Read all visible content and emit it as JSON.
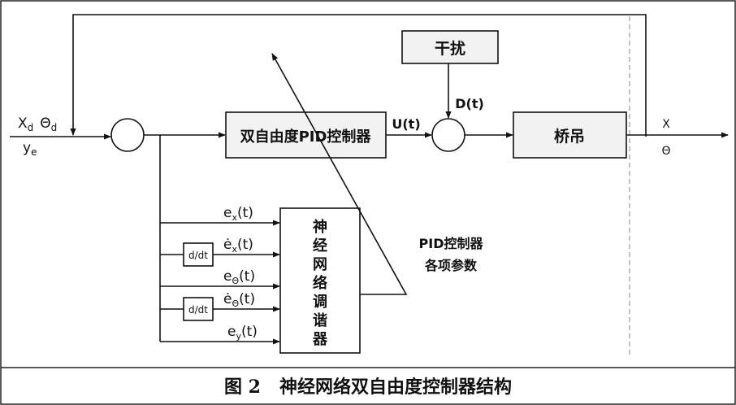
{
  "inputs": {
    "line1": "X",
    "x_sub": "d",
    "theta": "Θ",
    "theta_sub": "d",
    "line2": "y",
    "y_sub": "e"
  },
  "blocks": {
    "controller": "双自由度PID控制器",
    "disturbance": "干扰",
    "plant": "桥吊",
    "nn_tuner": [
      "神",
      "经",
      "网",
      "络",
      "调",
      "谐",
      "器"
    ],
    "deriv1": "d/dt",
    "deriv2": "d/dt"
  },
  "signals": {
    "u": "U(t)",
    "d": "D(t)",
    "out_x": "X",
    "out_theta": "Θ",
    "ex": {
      "e": "e",
      "sub": "x",
      "arg": "(t)"
    },
    "ex_dot": {
      "e": "ė",
      "sub": "x",
      "arg": "(t)"
    },
    "eth": {
      "e": "e",
      "sub": "Θ",
      "arg": "(t)"
    },
    "eth_dot": {
      "e": "ė",
      "sub": "Θ",
      "arg": "(t)"
    },
    "ey": {
      "e": "e",
      "sub": "y",
      "arg": "(t)"
    }
  },
  "params_label": {
    "line1": "PID控制器",
    "line2": "各项参数"
  },
  "caption": "图 2   神经网络双自由度控制器结构"
}
